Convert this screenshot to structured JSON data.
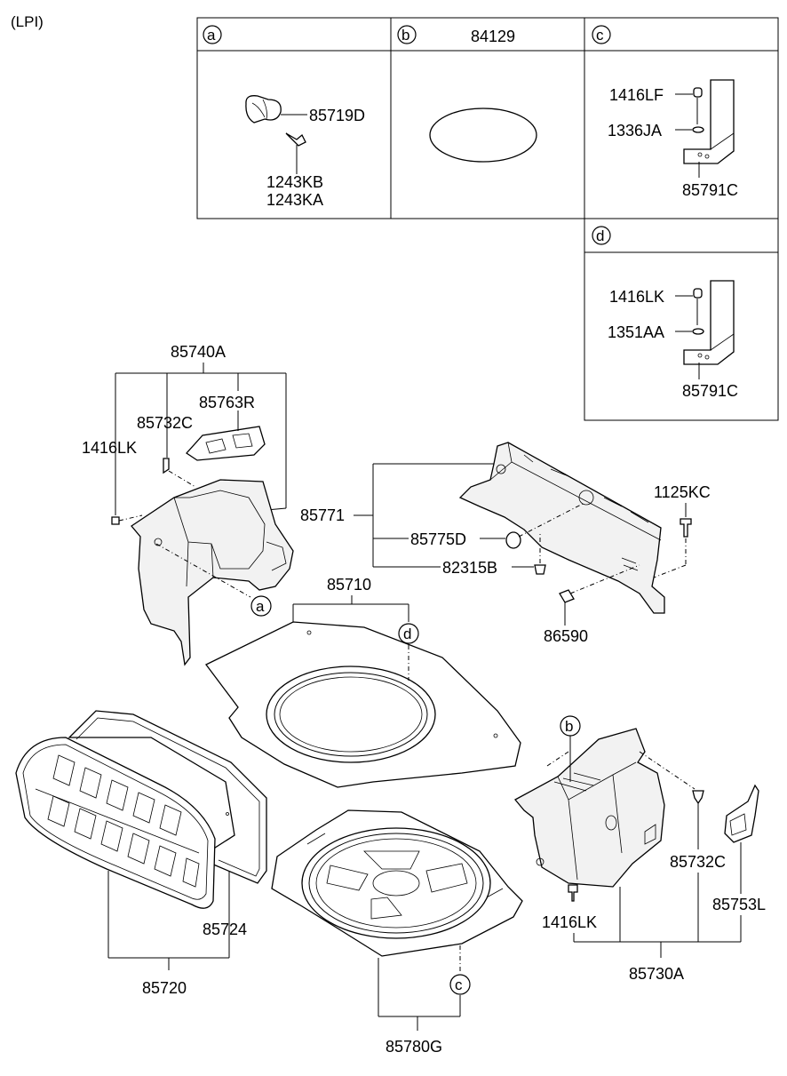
{
  "variant": "(LPI)",
  "detail_boxes": [
    {
      "key": "a",
      "header_part": "",
      "parts": [
        "85719D",
        "1243KB",
        "1243KA"
      ]
    },
    {
      "key": "b",
      "header_part": "84129",
      "parts": []
    },
    {
      "key": "c",
      "header_part": "",
      "parts": [
        "1416LF",
        "1336JA",
        "85791C"
      ]
    },
    {
      "key": "d",
      "header_part": "",
      "parts": [
        "1416LK",
        "1351AA",
        "85791C"
      ]
    }
  ],
  "callouts": {
    "left_trim_assy": "85740A",
    "left_bracket_cover": "85763R",
    "left_clip": "85732C",
    "left_screw": "1416LK",
    "back_panel": "85771",
    "back_plug": "85775D",
    "back_fastener": "82315B",
    "back_bolt": "1125KC",
    "back_nut": "86590",
    "floor_board": "85710",
    "mat_assy": "85720",
    "mat_sub": "85724",
    "tray": "85780G",
    "right_trim_assy": "85730A",
    "right_clip": "85732C",
    "right_bracket": "85753L",
    "right_screw": "1416LK"
  },
  "circle_refs": {
    "a": "a",
    "b": "b",
    "c": "c",
    "d": "d"
  }
}
